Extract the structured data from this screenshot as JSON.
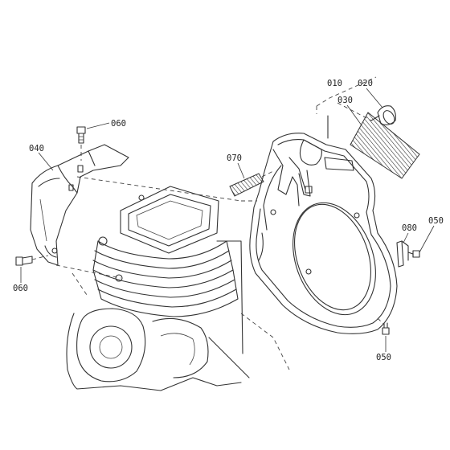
{
  "parts": {
    "p010": "010",
    "p020": "020",
    "p030": "030",
    "p040": "040",
    "p050_top": "050",
    "p050_bottom": "050",
    "p060_top": "060",
    "p060_bottom": "060",
    "p070": "070",
    "p080": "080"
  },
  "colors": {
    "line": "#333333",
    "background": "#ffffff"
  }
}
